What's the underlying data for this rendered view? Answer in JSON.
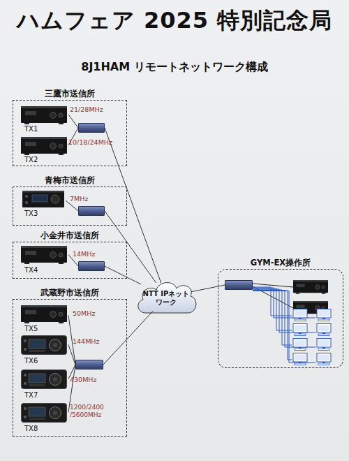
{
  "diagram": {
    "title": "ハムフェア 2025 特別記念局",
    "nodes": [
      {
        "text": [
          "三鷹市送信所"
        ]
      },
      {
        "text": [
          "TX1"
        ],
        "in": 0
      },
      {
        "text": [
          "TX2"
        ],
        "in": 0
      },
      {
        "text": [],
        "in": 0
      },
      {
        "text": [
          "青梅市送信所"
        ]
      },
      {
        "text": [
          "TX3"
        ],
        "in": 4
      },
      {
        "text": [],
        "in": 4
      },
      {
        "text": [
          "小金井市送信所"
        ]
      },
      {
        "text": [
          "TX4"
        ],
        "in": 7
      },
      {
        "text": [],
        "in": 7
      },
      {
        "text": [
          "武蔵野市送信所"
        ]
      },
      {
        "text": [
          "TX5"
        ],
        "in": 10
      },
      {
        "text": [
          "TX6"
        ],
        "in": 10
      },
      {
        "text": [
          "TX7"
        ],
        "in": 10
      },
      {
        "text": [
          "TX8"
        ],
        "in": 10
      },
      {
        "text": [],
        "in": 10
      },
      {
        "text": [
          "NTT IPネットワーク"
        ]
      },
      {
        "text": [
          "GYM-EX操作所"
        ]
      },
      {
        "text": [],
        "in": 17
      }
    ],
    "edges": [
      {
        "from": 1,
        "to": 3,
        "label": "21/28MHz",
        "arrow": "none"
      },
      {
        "from": 2,
        "to": 3,
        "label": "10/18/24MHz",
        "arrow": "none"
      },
      {
        "from": 5,
        "to": 6,
        "label": "7MHz",
        "arrow": "none"
      },
      {
        "from": 8,
        "to": 9,
        "label": "14MHz",
        "arrow": "none"
      },
      {
        "from": 11,
        "to": 15,
        "label": "50MHz",
        "arrow": "none"
      },
      {
        "from": 12,
        "to": 15,
        "label": "144MHz",
        "arrow": "none"
      },
      {
        "from": 13,
        "to": 15,
        "label": "430MHz",
        "arrow": "none"
      },
      {
        "from": 14,
        "to": 15,
        "label": "1200/2400 /5600MHz",
        "arrow": "none"
      },
      {
        "from": 3,
        "to": 16,
        "arrow": "none"
      },
      {
        "from": 6,
        "to": 16,
        "arrow": "none"
      },
      {
        "from": 9,
        "to": 16,
        "arrow": "none"
      },
      {
        "from": 15,
        "to": 16,
        "arrow": "none"
      },
      {
        "from": 16,
        "to": 18,
        "arrow": "none"
      }
    ],
    "labels": [
      "8J1HAM リモートネットワーク構成"
    ]
  }
}
